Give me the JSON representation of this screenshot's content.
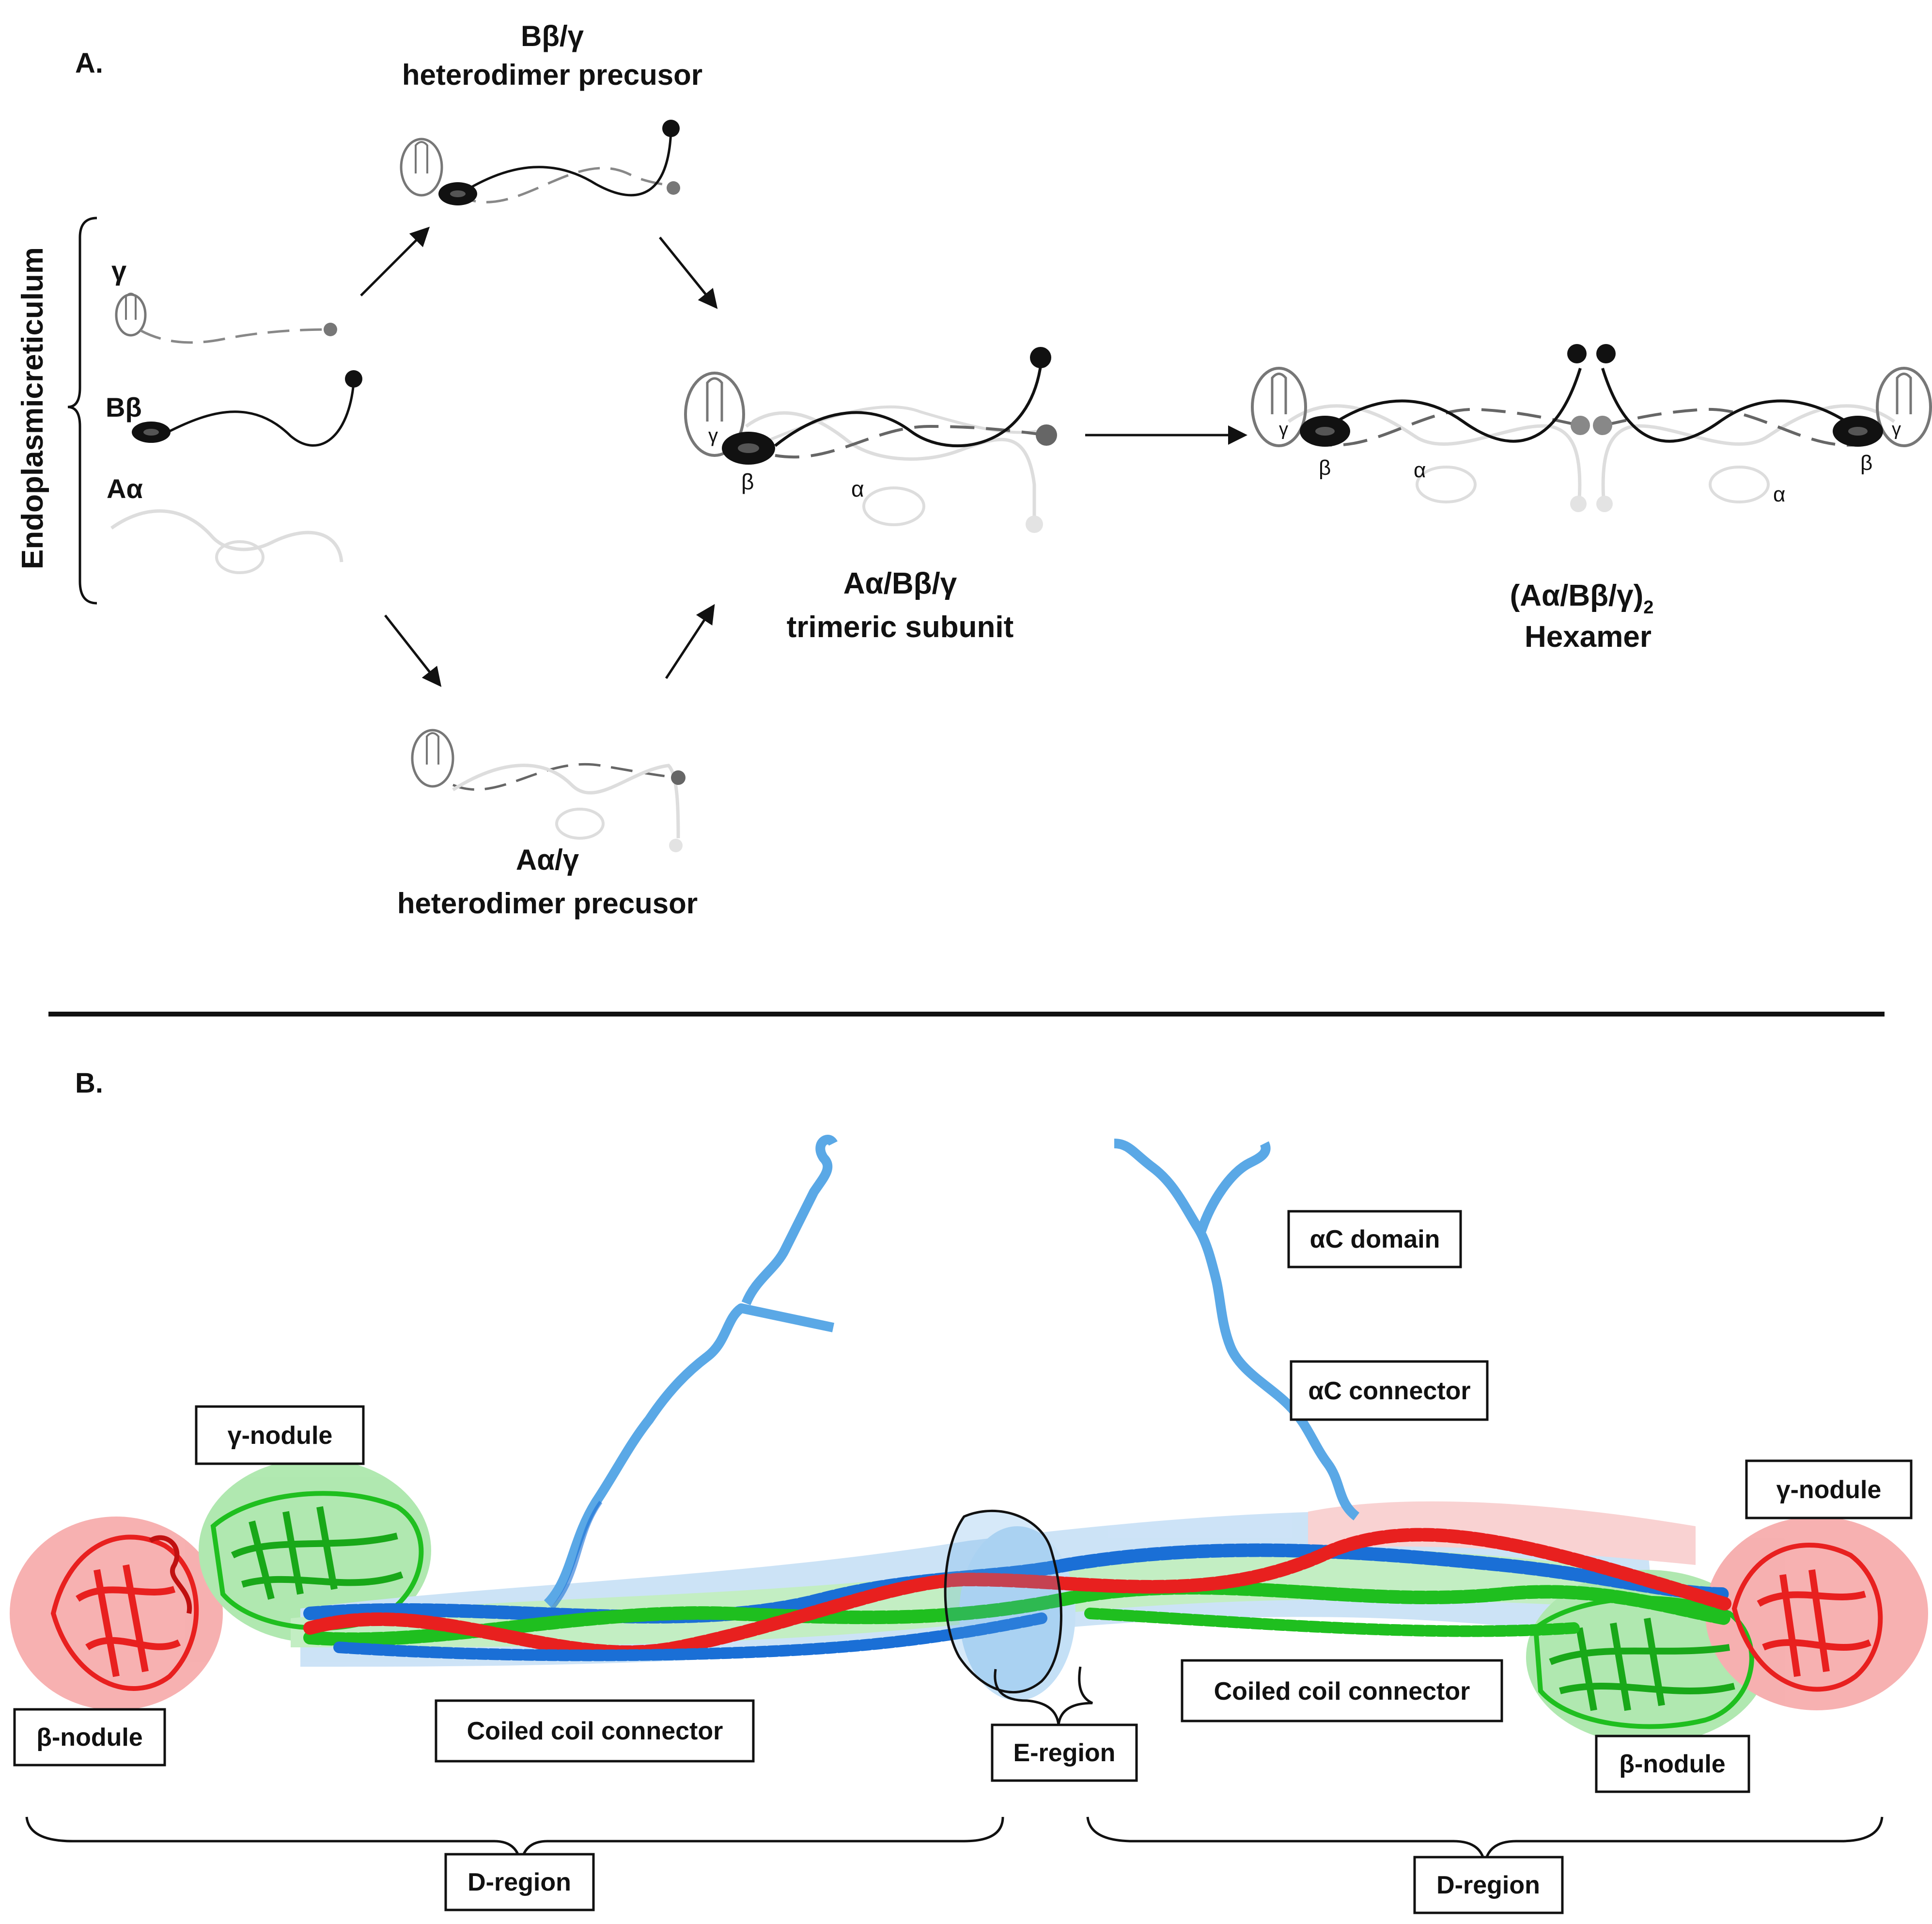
{
  "panel_a": {
    "label": "A.",
    "er_label": "Endoplasmicreticulum",
    "chain_gamma": "γ",
    "chain_bbeta": "Bβ",
    "chain_aalpha": "Aα",
    "bbg_title_1": "Bβ/γ",
    "bbg_title_2": "heterodimer precusor",
    "aag_title_1": "Aα/γ",
    "aag_title_2": "heterodimer precusor",
    "trimer_title_1": "Aα/Bβ/γ",
    "trimer_title_2": "trimeric subunit",
    "hexamer_title_1": "(Aα/Bβ/γ)",
    "hexamer_sub": "2",
    "hexamer_title_2": "Hexamer",
    "greek_gamma": "γ",
    "greek_beta": "β",
    "greek_alpha": "α"
  },
  "panel_b": {
    "label": "B.",
    "labels": {
      "gamma_nodule_left": "γ-nodule",
      "beta_nodule_left": "β-nodule",
      "coiled_left": "Coiled coil connector",
      "e_region": "E-region",
      "coiled_right": "Coiled coil connector",
      "ac_domain": "αC domain",
      "ac_connector": "αC connector",
      "gamma_nodule_right": "γ-nodule",
      "beta_nodule_right": "β-nodule",
      "d_region_left": "D-region",
      "d_region_right": "D-region"
    }
  },
  "colors": {
    "chain_red": "#e8201f",
    "chain_green": "#1fbf1f",
    "chain_blue": "#1a6fd6",
    "chain_lightblue": "#5aa8e6",
    "gray_dark": "#6e6e6e",
    "gray_light": "#cfcfcf"
  }
}
